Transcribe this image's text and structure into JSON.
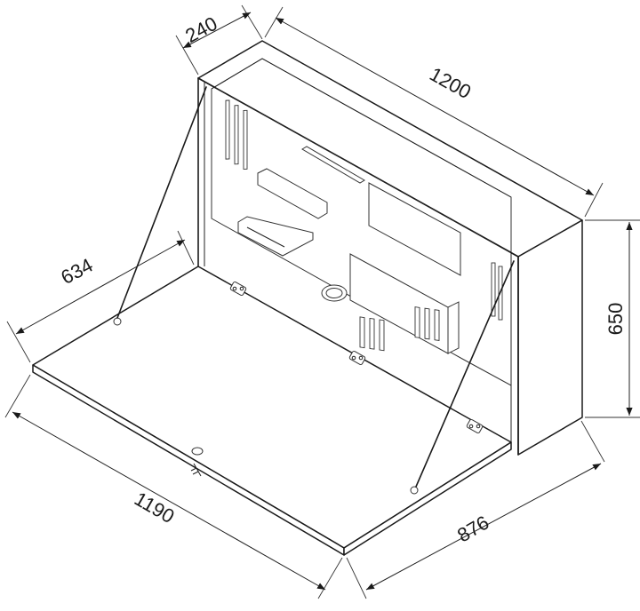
{
  "dimensions": {
    "depth": "240",
    "width": "1200",
    "height": "650",
    "flap_depth": "634",
    "flap_width": "1190",
    "open_depth": "876"
  }
}
